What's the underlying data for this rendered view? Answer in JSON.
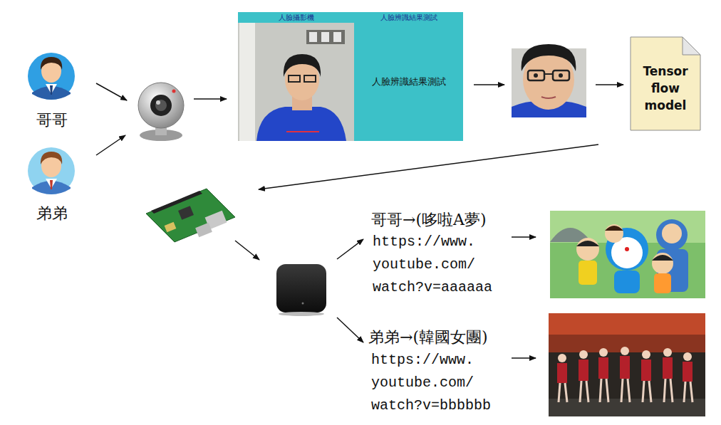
{
  "diagram": {
    "nodes": [
      {
        "text": [
          "哥哥"
        ]
      },
      {
        "text": [
          "弟弟"
        ]
      },
      {
        "text": [
          "人臉攝影機",
          "人臉辨識結果測試",
          "人臉辨識結果測試"
        ]
      },
      {
        "text": [
          "Tensor flow model"
        ]
      }
    ],
    "labels": [
      "哥哥→(哆啦A夢)",
      "https://www. youtube.com/ watch?v=aaaaaa",
      "弟弟→(韓國女團)",
      "https://www. youtube.com/ watch?v=bbbbbb"
    ]
  }
}
